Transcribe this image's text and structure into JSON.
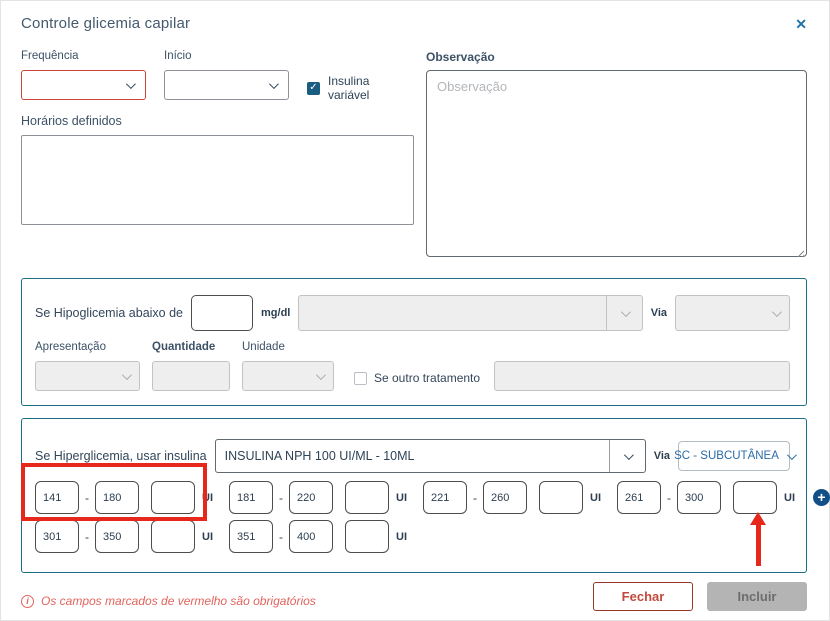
{
  "dialog": {
    "title": "Controle glicemia capilar"
  },
  "icons": {
    "close": "✕",
    "check": "✓",
    "plus": "+",
    "info": "i"
  },
  "fields": {
    "frequencia": {
      "label": "Frequência",
      "value": ""
    },
    "inicio": {
      "label": "Início",
      "value": ""
    },
    "insulina_variavel": {
      "label": "Insulina variável",
      "checked": true
    },
    "horarios": {
      "label": "Horários definidos"
    },
    "observacao": {
      "label": "Observação",
      "placeholder": "Observação",
      "value": ""
    }
  },
  "hipoglicemia": {
    "prefix_label": "Se Hipoglicemia abaixo de",
    "threshold_value": "",
    "unit_label": "mg/dl",
    "medication_value": "",
    "via_label": "Via",
    "via_value": "",
    "apresentacao_label": "Apresentação",
    "apresentacao_value": "",
    "quantidade_label": "Quantidade",
    "quantidade_value": "",
    "unidade_label": "Unidade",
    "unidade_value": "",
    "outro_tratamento_label": "Se outro tratamento",
    "outro_tratamento_value": ""
  },
  "hiperglicemia": {
    "prefix_label": "Se Hiperglicemia, usar insulina",
    "insulin_value": "INSULINA NPH 100 UI/ML  - 10ML",
    "via_label": "Via",
    "via_value": "SC - SUBCUTÂNEA",
    "unit_suffix": "UI",
    "range_separator": "-",
    "ranges": [
      {
        "min": "141",
        "max": "180",
        "dose": ""
      },
      {
        "min": "181",
        "max": "220",
        "dose": ""
      },
      {
        "min": "221",
        "max": "260",
        "dose": ""
      },
      {
        "min": "261",
        "max": "300",
        "dose": ""
      },
      {
        "min": "301",
        "max": "350",
        "dose": ""
      },
      {
        "min": "351",
        "max": "400",
        "dose": ""
      }
    ]
  },
  "footer": {
    "warning": "Os campos marcados de vermelho são obrigatórios",
    "close_label": "Fechar",
    "submit_label": "Incluir"
  },
  "colors": {
    "accent_teal": "#1b6e84",
    "required_red": "#cc4437",
    "annotation_red": "#e5281b",
    "link_blue": "#2a6ca6",
    "checkbox_blue": "#195e80",
    "add_button_blue": "#134f87",
    "trash_red": "#cf4b41",
    "warning_red": "#e2635c",
    "close_x_blue": "#2274a8"
  }
}
